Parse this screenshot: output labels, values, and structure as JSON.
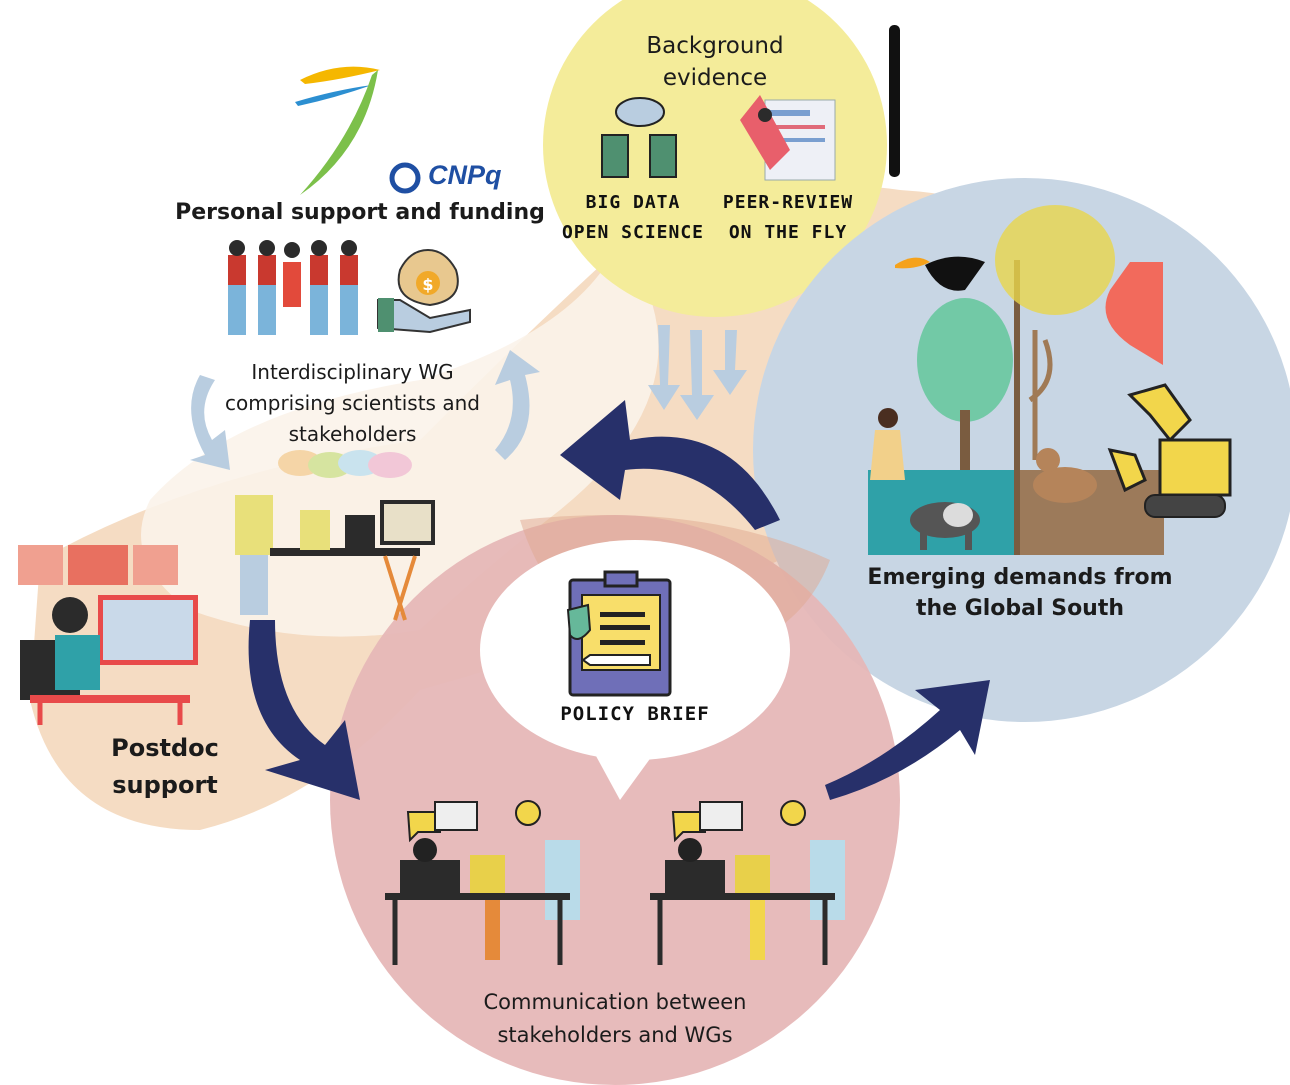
{
  "sections": {
    "background": {
      "title": "Background evidence",
      "item1": "BIG DATA\nOPEN SCIENCE",
      "item2": "PEER-REVIEW\nON THE FLY"
    },
    "funding": {
      "title": "Personal support and funding",
      "logo_text": "CNPq",
      "money_symbol": "$"
    },
    "wg": {
      "caption": "Interdisciplinary WG\ncomprising scientists and\nstakeholders"
    },
    "postdoc": {
      "caption": "Postdoc\nsupport"
    },
    "policy": {
      "caption": "POLICY BRIEF"
    },
    "demands": {
      "caption": "Emerging demands from\nthe Global South"
    },
    "communication": {
      "caption": "Communication between\nstakeholders and WGs"
    }
  },
  "colors": {
    "yellow_circle": "#f4ec9a",
    "blue_circle": "#c8d6e4",
    "pink_circle": "#e8b8b8",
    "tan_blob": "#f0d2b4",
    "navy_arrow": "#27306a",
    "light_arrow": "#b9cde0"
  },
  "icons": [
    "logo-bird-icon",
    "cnpq-logo-icon",
    "money-bag-icon",
    "cloud-database-icon",
    "peer-review-icon",
    "policy-clipboard-icon",
    "toucan-icon",
    "excavator-icon",
    "tapir-icon",
    "cow-icon"
  ]
}
